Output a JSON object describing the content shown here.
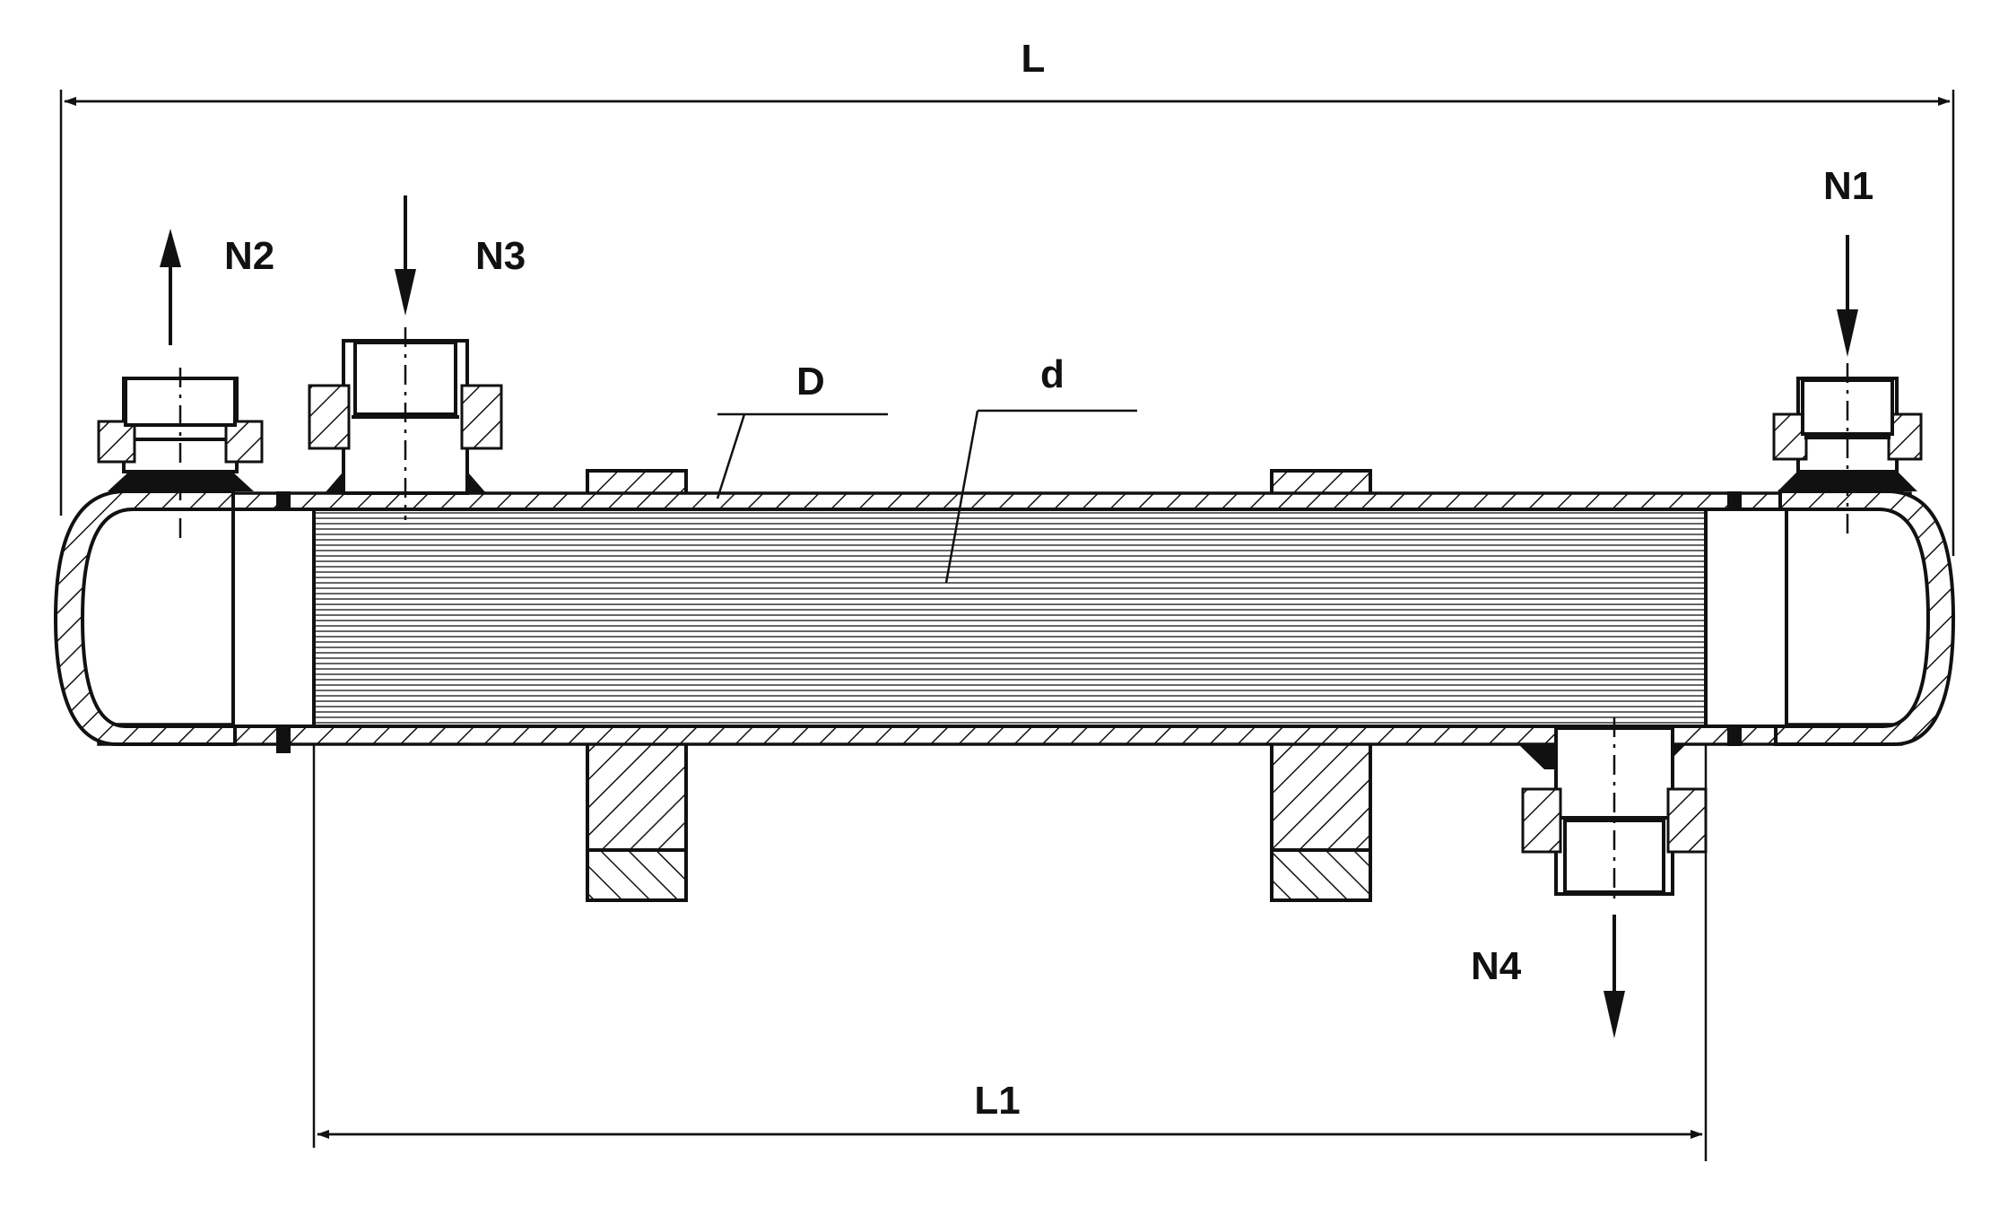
{
  "labels": {
    "overall_length": "L",
    "tube_length": "L1",
    "shell_diameter": "D",
    "tube_diameter": "d",
    "nozzle_1": "N1",
    "nozzle_2": "N2",
    "nozzle_3": "N3",
    "nozzle_4": "N4"
  }
}
